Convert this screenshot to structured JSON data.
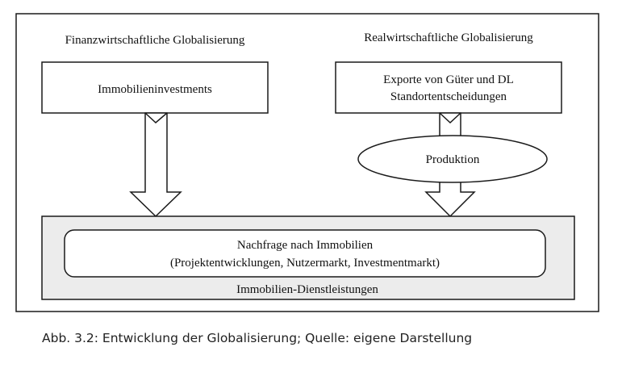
{
  "headings": {
    "left": "Finanzwirtschaftliche Globalisierung",
    "right": "Realwirtschaftliche Globalisierung"
  },
  "boxes": {
    "immobilieninvestments": "Immobilieninvestments",
    "exporte_line1": "Exporte von Güter und DL",
    "exporte_line2": "Standortentscheidungen",
    "produktion": "Produktion",
    "nachfrage_line1": "Nachfrage nach Immobilien",
    "nachfrage_line2": "(Projektentwicklungen, Nutzermarkt, Investmentmarkt)",
    "dienstleistungen": "Immobilien-Dienstleistungen"
  },
  "caption": "Abb. 3.2: Entwicklung der Globalisierung; Quelle: eigene Darstellung",
  "colors": {
    "stroke": "#1a1a1a",
    "outer_box_fill": "#ececec",
    "fill": "#ffffff"
  }
}
